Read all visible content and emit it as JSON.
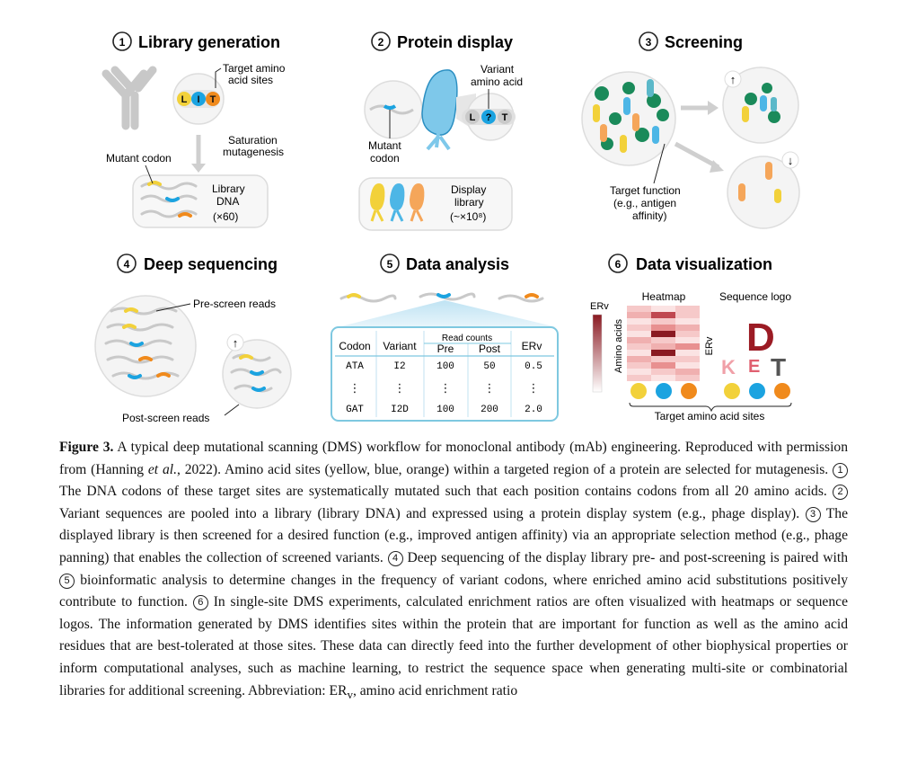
{
  "panels": {
    "p1": {
      "num": "1",
      "title": "Library generation",
      "target_label": "Target amino acid sites",
      "target_line1": "Target amino",
      "target_line2": "acid sites",
      "letters": [
        "L",
        "I",
        "T"
      ],
      "mutant_codon": "Mutant codon",
      "arrow_line1": "Saturation",
      "arrow_line2": "mutagenesis",
      "lib_line1": "Library",
      "lib_line2": "DNA",
      "lib_line3": "(×60)"
    },
    "p2": {
      "num": "2",
      "title": "Protein display",
      "variant_line1": "Variant",
      "variant_line2": "amino acid",
      "letters": [
        "L",
        "?",
        "T"
      ],
      "mutant_line1": "Mutant",
      "mutant_line2": "codon",
      "display_line1": "Display",
      "display_line2": "library",
      "display_line3": "(~×10⁸)"
    },
    "p3": {
      "num": "3",
      "title": "Screening",
      "up_arrow": "↑",
      "down_arrow": "↓",
      "target_line1": "Target function",
      "target_line2": "(e.g., antigen",
      "target_line3": "affinity)"
    },
    "p4": {
      "num": "4",
      "title": "Deep sequencing",
      "pre_reads": "Pre-screen reads",
      "post_reads": "Post-screen reads",
      "up_arrow": "↑"
    },
    "p5": {
      "num": "5",
      "title": "Data analysis",
      "table": {
        "headers": [
          "Codon",
          "Variant",
          "Pre",
          "Post",
          "ERv"
        ],
        "read_counts": "Read counts",
        "rows": [
          [
            "ATA",
            "I2",
            "100",
            "50",
            "0.5"
          ],
          [
            "GAT",
            "I2D",
            "100",
            "200",
            "2.0"
          ]
        ],
        "ellipsis": "⋮"
      }
    },
    "p6": {
      "num": "6",
      "title": "Data visualization",
      "heatmap": "Heatmap",
      "logo": "Sequence logo",
      "erv": "ERv",
      "amino_acids": "Amino acids",
      "target_sites": "Target amino acid sites"
    }
  },
  "caption": {
    "label": "Figure 3.",
    "text1": " A typical deep mutational scanning (DMS) workflow for monoclonal antibody (mAb) engineering. Reproduced with permission from (Hanning ",
    "etal": "et al.",
    "text2": ", 2022). Amino acid sites (yellow, blue, orange) within a targeted region of a protein are selected for mutagenesis. ",
    "c1": "1",
    "t1": " The DNA codons of these target sites are systematically mutated such that each position contains codons from all 20 amino acids. ",
    "c2": "2",
    "t2": " Variant sequences are pooled into a library (library DNA) and expressed using a protein display system (e.g., phage display). ",
    "c3": "3",
    "t3": " The displayed library is then screened for a desired function (e.g., improved antigen affinity) via an appropriate selection method (e.g., phage panning) that enables the collection of screened variants. ",
    "c4": "4",
    "t4": " Deep sequencing of the display library pre- and post-screening is paired with ",
    "c5": "5",
    "t5": " bioinformatic analysis to determine changes in the frequency of variant codons, where enriched amino acid substitutions positively contribute to function. ",
    "c6": "6",
    "t6": " In single-site DMS experiments, calculated enrichment ratios are often visualized with heatmaps or sequence logos. The information generated by DMS identifies sites within the protein that are important for function as well as the amino acid residues that are best-tolerated at those sites. These data can directly feed into the further development of other biophysical properties or inform computational analyses, such as machine learning, to restrict the sequence space when generating multi-site or combinatorial libraries for additional screening. Abbreviation: ER",
    "sub": "v",
    "t7": ", amino acid enrichment ratio"
  },
  "colors": {
    "yellow": "#f2d13a",
    "blue": "#1ba3e0",
    "orange": "#f08a1c",
    "green": "#1a8a5a",
    "teal": "#5bb8c9",
    "lightblue": "#4db6e6",
    "gray": "#bdbdbd",
    "red": "#9b1b24"
  }
}
